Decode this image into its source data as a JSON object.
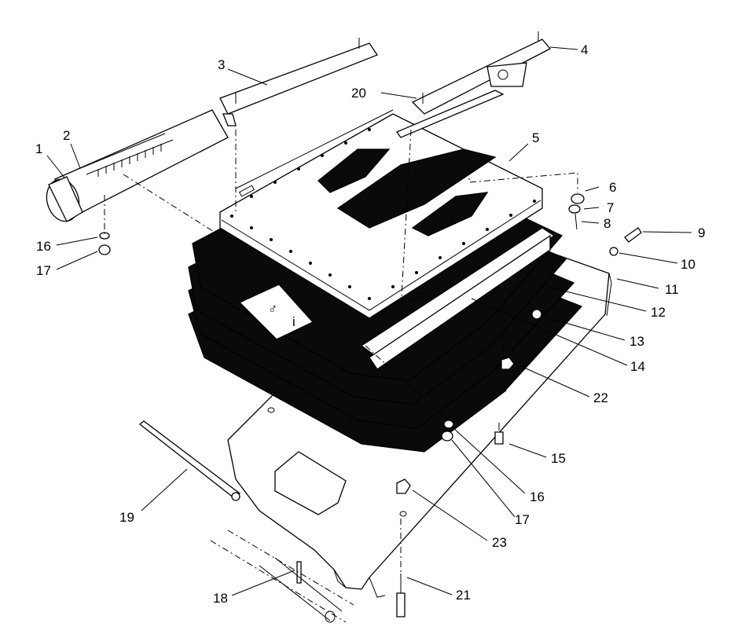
{
  "diagram": {
    "type": "exploded-parts-view",
    "callouts": {
      "n1": "1",
      "n2": "2",
      "n3": "3",
      "n4": "4",
      "n5": "5",
      "n6": "6",
      "n7": "7",
      "n8": "8",
      "n9": "9",
      "n10": "10",
      "n11": "11",
      "n12": "12",
      "n13": "13",
      "n14": "14",
      "n15": "15",
      "n16a": "16",
      "n16b": "16",
      "n17a": "17",
      "n17b": "17",
      "n18": "18",
      "n19": "19",
      "n20": "20",
      "n21": "21",
      "n22": "22",
      "n23": "23"
    }
  }
}
